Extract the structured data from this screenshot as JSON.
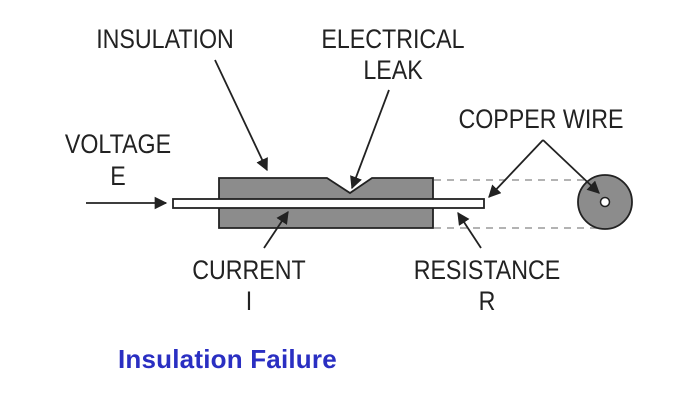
{
  "labels": {
    "insulation": "INSULATION",
    "electrical_leak_line1": "ELECTRICAL",
    "electrical_leak_line2": "LEAK",
    "copper_wire": "COPPER WIRE",
    "voltage_line1": "VOLTAGE",
    "voltage_line2": "E",
    "current_line1": "CURRENT",
    "current_line2": "I",
    "resistance_line1": "RESISTANCE",
    "resistance_line2": "R"
  },
  "caption": "Insulation Failure",
  "colors": {
    "insulation_fill": "#8c8c8c",
    "wire_fill": "#ffffff",
    "line": "#222222",
    "dashed_line": "#9a9a9a",
    "caption": "#2a2fc2"
  }
}
